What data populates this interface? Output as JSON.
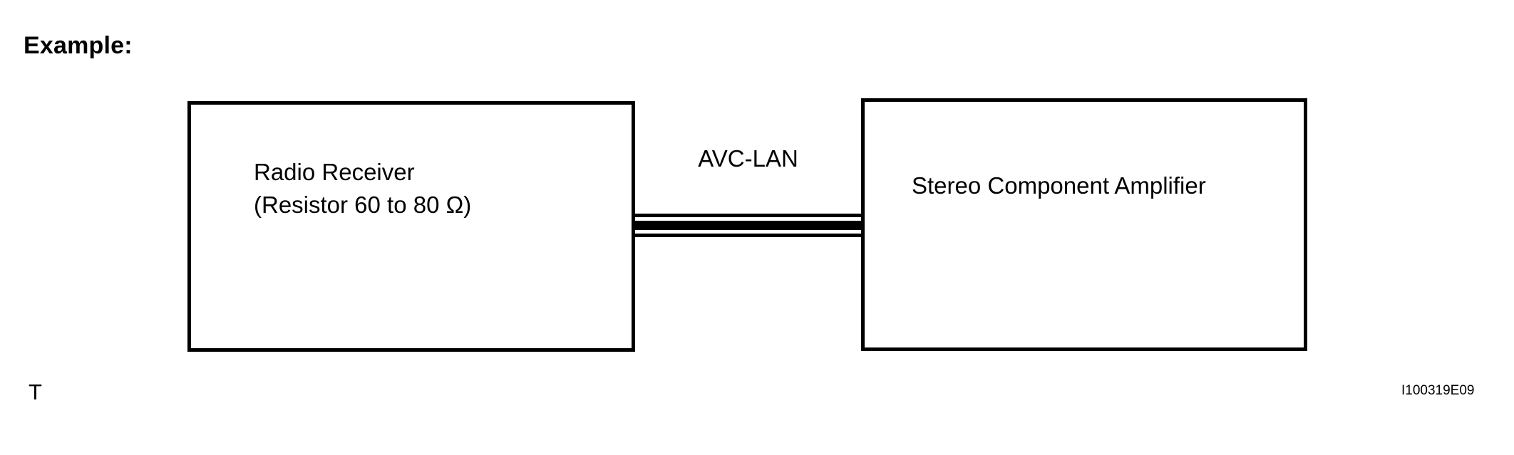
{
  "heading": {
    "label": "Example:"
  },
  "diagram": {
    "left_unit": {
      "line1": "Radio Receiver",
      "line2": "(Resistor 60 to 80 Ω)"
    },
    "right_unit": {
      "line1": "Stereo Component Amplifier"
    },
    "connector": {
      "label": "AVC-LAN"
    }
  },
  "footer": {
    "page_mark": "T",
    "figure_code": "I100319E09"
  },
  "colors": {
    "background": "#ffffff",
    "stroke": "#000000",
    "text": "#000000"
  }
}
